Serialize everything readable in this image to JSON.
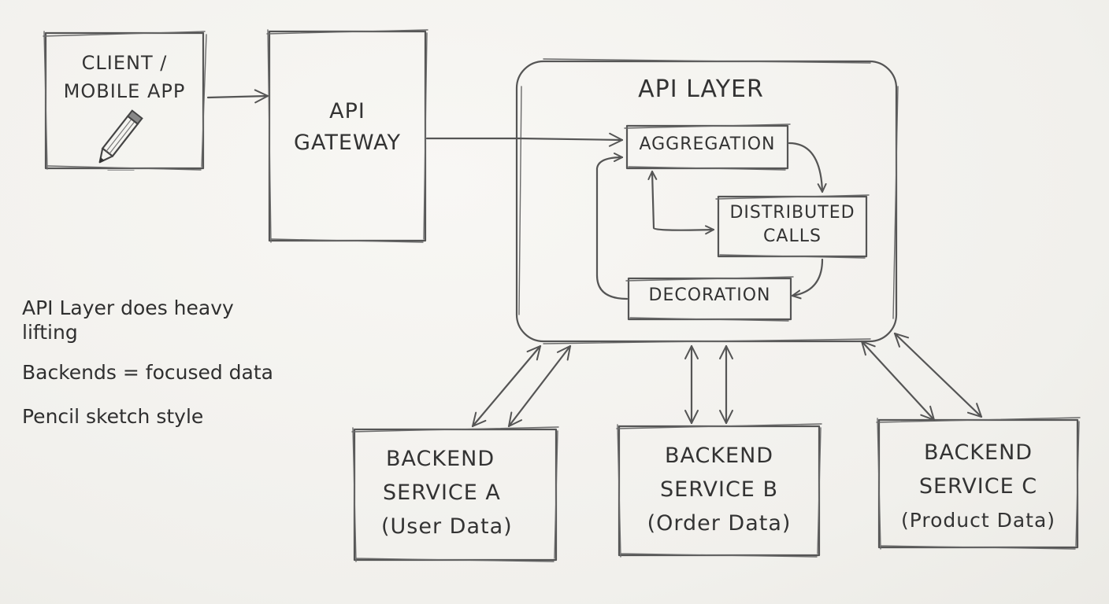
{
  "nodes": {
    "client": {
      "line1": "CLIENT /",
      "line2": "MOBILE APP",
      "icon": "pencil-icon"
    },
    "gateway": {
      "line1": "API",
      "line2": "GATEWAY"
    },
    "api_layer": {
      "title": "API LAYER"
    },
    "aggregation": {
      "label": "AGGREGATION"
    },
    "distributed": {
      "line1": "DISTRIBUTED",
      "line2": "CALLS"
    },
    "decoration": {
      "label": "DECORATION"
    },
    "backend_a": {
      "line1": "BACKEND",
      "line2": "SERVICE A",
      "line3": "(User Data)"
    },
    "backend_b": {
      "line1": "BACKEND",
      "line2": "SERVICE B",
      "line3": "(Order Data)"
    },
    "backend_c": {
      "line1": "BACKEND",
      "line2": "SERVICE C",
      "line3": "(Product Data)"
    }
  },
  "notes": {
    "note1_line1": "API Layer does heavy",
    "note1_line2": "lifting",
    "note2": "Backends = focused data",
    "note3": "Pencil sketch style"
  },
  "colors": {
    "paper": "#f4f3ef",
    "pencil": "#555555",
    "text": "#333333"
  }
}
